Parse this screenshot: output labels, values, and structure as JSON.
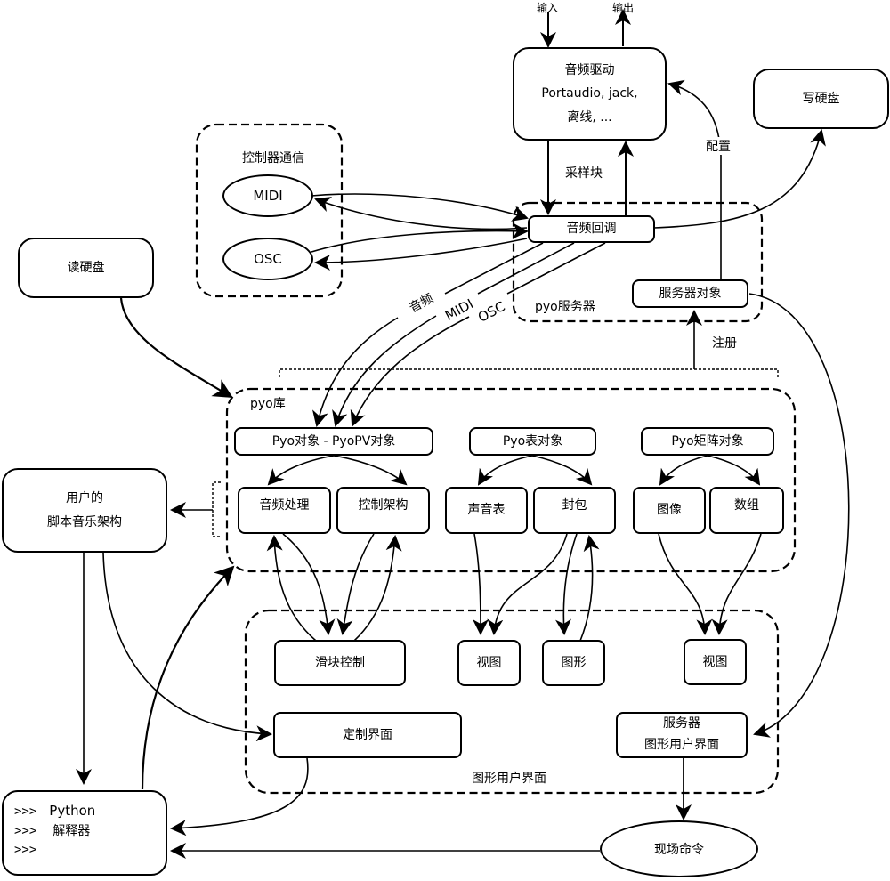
{
  "top_io": {
    "input": "输入",
    "output": "输出"
  },
  "audio_driver": {
    "line1": "音频驱动",
    "line2": "Portaudio, jack,",
    "line3": "离线, ..."
  },
  "write_disk": "写硬盘",
  "read_disk": "读硬盘",
  "controller_comm": {
    "title": "控制器通信",
    "midi": "MIDI",
    "osc": "OSC"
  },
  "pyo_server": {
    "title": "pyo服务器",
    "audio_callback": "音频回调",
    "server_object": "服务器对象"
  },
  "edge_labels": {
    "sample_block": "采样块",
    "config": "配置",
    "register": "注册",
    "audio": "音频",
    "midi": "MIDI",
    "osc": "OSC"
  },
  "pyo_lib": {
    "title": "pyo库",
    "pyo_object": "Pyo对象 - PyoPV对象",
    "audio_processing": "音频处理",
    "control_structure": "控制架构",
    "table_object": "Pyo表对象",
    "sound_table": "声音表",
    "envelope": "封包",
    "matrix_object": "Pyo矩阵对象",
    "image": "图像",
    "array": "数组"
  },
  "user_script": {
    "line1": "用户的",
    "line2": "脚本音乐架构"
  },
  "gui": {
    "title": "图形用户界面",
    "slider_control": "滑块控制",
    "view_table": "视图",
    "graph": "图形",
    "view_matrix": "视图",
    "custom_interface": "定制界面",
    "server_gui_line1": "服务器",
    "server_gui_line2": "图形用户界面"
  },
  "python_interpreter": {
    "prompt": ">>>",
    "line1": "Python",
    "line2": "解释器"
  },
  "live_command": "现场命令"
}
